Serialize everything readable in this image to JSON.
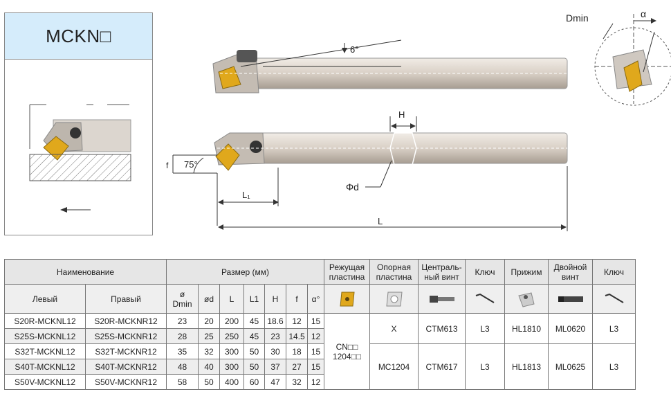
{
  "code_box": {
    "title": "MCKN□"
  },
  "drawing": {
    "angle_6": "6°",
    "angle_75": "75°",
    "dim_f": "f",
    "dim_H": "H",
    "dim_L1": "L₁",
    "dim_L": "L",
    "dim_phi_d": "Φd",
    "dmin_label": "Dmin",
    "alpha_label": "α"
  },
  "table": {
    "header": {
      "name": "Наименование",
      "size": "Размер (мм)",
      "insert": "Режущая пластина",
      "shim": "Опорная пластина",
      "center_screw": "Централь-ный винт",
      "key1": "Ключ",
      "clamp": "Прижим",
      "double_screw": "Двойной винт",
      "key2": "Ключ"
    },
    "sub": {
      "left": "Левый",
      "right": "Правый",
      "dmin_top": "ø",
      "dmin_bottom": "Dmin",
      "d": "ød",
      "L": "L",
      "L1": "L1",
      "H": "H",
      "f": "f",
      "alpha": "α°"
    },
    "rows": [
      {
        "left": "S20R-MCKNL12",
        "right": "S20R-MCKNR12",
        "dmin": "23",
        "d": "20",
        "L": "200",
        "L1": "45",
        "H": "18.6",
        "f": "12",
        "a": "15"
      },
      {
        "left": "S25S-MCKNL12",
        "right": "S25S-MCKNR12",
        "dmin": "28",
        "d": "25",
        "L": "250",
        "L1": "45",
        "H": "23",
        "f": "14.5",
        "a": "12"
      },
      {
        "left": "S32T-MCKNL12",
        "right": "S32T-MCKNR12",
        "dmin": "35",
        "d": "32",
        "L": "300",
        "L1": "50",
        "H": "30",
        "f": "18",
        "a": "15"
      },
      {
        "left": "S40T-MCKNL12",
        "right": "S40T-MCKNR12",
        "dmin": "48",
        "d": "40",
        "L": "300",
        "L1": "50",
        "H": "37",
        "f": "27",
        "a": "15"
      },
      {
        "left": "S50V-MCKNL12",
        "right": "S50V-MCKNR12",
        "dmin": "58",
        "d": "50",
        "L": "400",
        "L1": "60",
        "H": "47",
        "f": "32",
        "a": "12"
      }
    ],
    "insert_code_1": "CN□□",
    "insert_code_2": "1204□□",
    "group1": {
      "shim": "X",
      "screw": "CTM613",
      "key": "L3",
      "clamp": "HL1810",
      "double": "ML0620",
      "key2": "L3"
    },
    "group2": {
      "shim": "MC1204",
      "screw": "CTM617",
      "key": "L3",
      "clamp": "HL1813",
      "double": "ML0625",
      "key2": "L3"
    }
  }
}
